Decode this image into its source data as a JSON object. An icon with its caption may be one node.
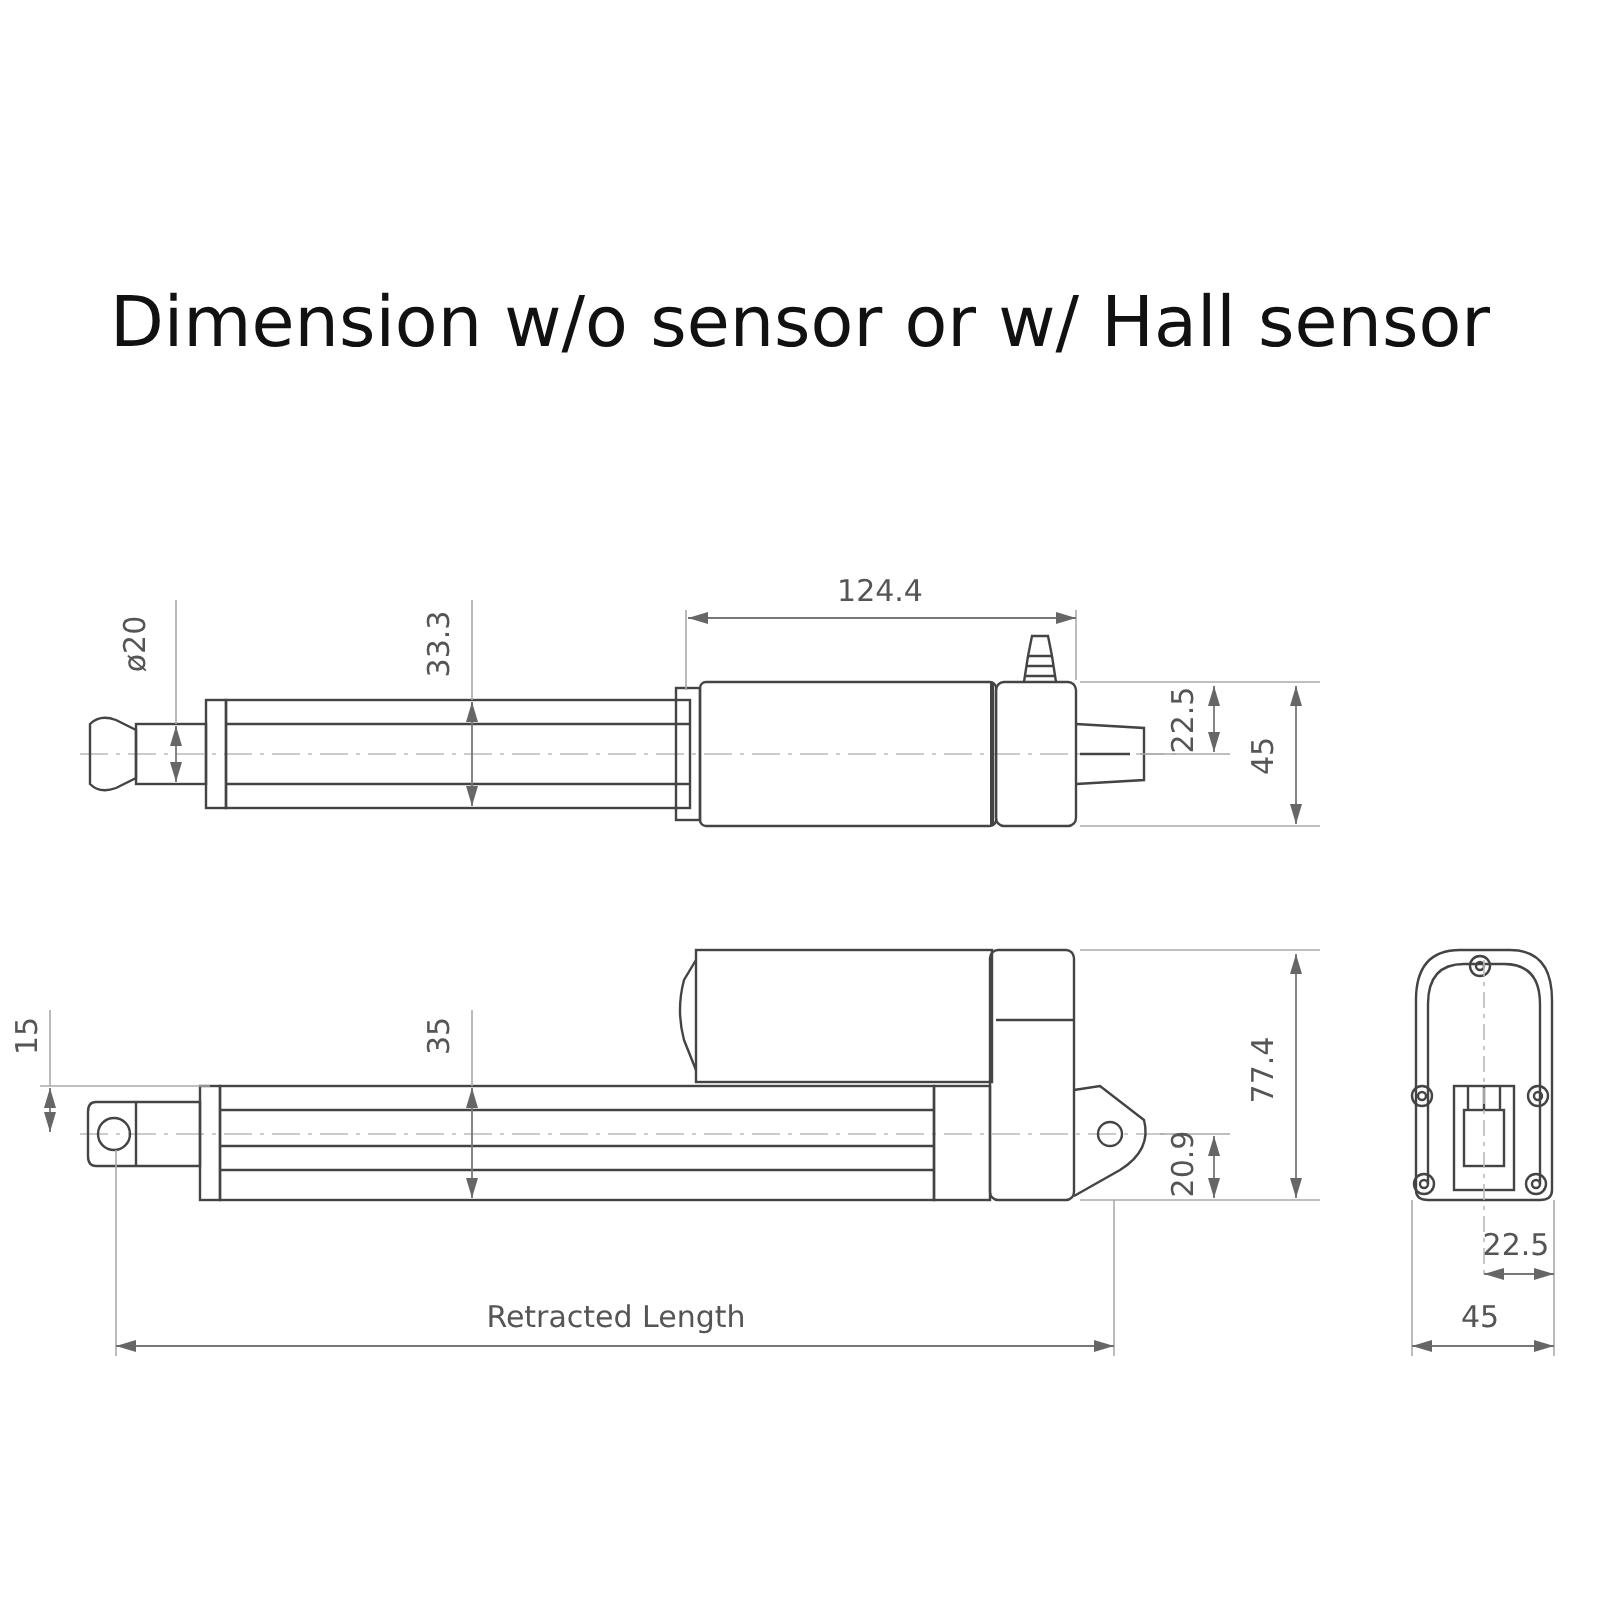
{
  "diagram": {
    "title": "Dimension w/o sensor or w/ Hall sensor",
    "labels": [
      "124.4",
      "ø20",
      "33.3",
      "22.5",
      "45",
      "15",
      "35",
      "77.4",
      "20.9",
      "22.5",
      "Retracted Length",
      "45"
    ]
  }
}
